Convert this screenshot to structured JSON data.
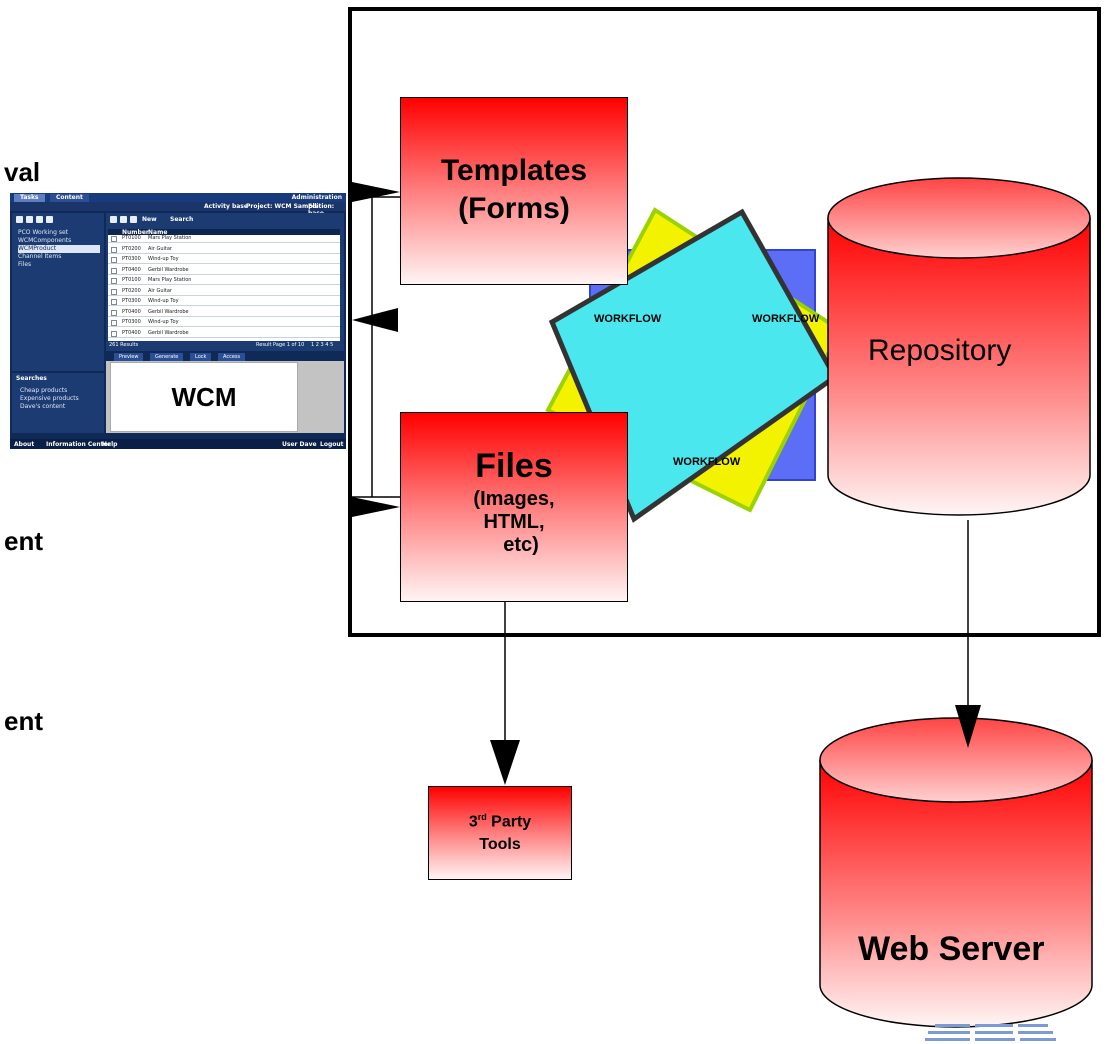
{
  "left_labels": {
    "val": "val",
    "ent1": "ent",
    "ent2": "ent"
  },
  "wcm": {
    "label": "WCM",
    "tab_tasks": "Tasks",
    "tab_content": "Content",
    "admin": "Administration",
    "activity_base": "Activity base",
    "project": "Project: WCM Sample",
    "edition": "Edition: base",
    "tree": [
      "PCO Working set",
      "WCMComponents",
      "WCMProduct",
      "Channel Items",
      "Files"
    ],
    "toolbar_new": "New",
    "toolbar_search": "Search",
    "col_number": "Number",
    "col_name": "Name",
    "rows": [
      {
        "num": "PT0100",
        "name": "Mars Play Station"
      },
      {
        "num": "PT0200",
        "name": "Air Guitar"
      },
      {
        "num": "PT0300",
        "name": "Wind-up Toy"
      },
      {
        "num": "PT0400",
        "name": "Gerbil Wardrobe"
      },
      {
        "num": "PT0100",
        "name": "Mars Play Station"
      },
      {
        "num": "PT0200",
        "name": "Air Guitar"
      },
      {
        "num": "PT0300",
        "name": "Wind-up Toy"
      },
      {
        "num": "PT0400",
        "name": "Gerbil Wardrobe"
      },
      {
        "num": "PT0300",
        "name": "Wind-up Toy"
      },
      {
        "num": "PT0400",
        "name": "Gerbil Wardrobe"
      }
    ],
    "results": "261 Results",
    "paging": "Result Page 1 of 10",
    "pages": "1 2 3 4 5",
    "bottom_tabs": [
      "Preview",
      "Generate",
      "Lock",
      "Access"
    ],
    "searches_title": "Searches",
    "searches": [
      "Cheap products",
      "Expensive products",
      "Dave's content"
    ],
    "status_about": "About",
    "status_info": "Information Center",
    "status_help": "Help",
    "status_user": "User Dave",
    "status_logout": "Logout"
  },
  "templates": {
    "line1": "Templates",
    "line2": "(Forms)"
  },
  "files": {
    "title": "Files",
    "line1": "(Images,",
    "line2": "HTML,",
    "line3": "etc)"
  },
  "workflow": {
    "label1": "WORKFLOW",
    "label2": "WORKFLOW",
    "label3": "WORKFLOW"
  },
  "repository": {
    "label": "Repository"
  },
  "third_party": {
    "sup": "rd",
    "line1a": "3",
    "line1b": " Party",
    "line2": "Tools"
  },
  "web_server": {
    "label": "Web Server"
  },
  "colors": {
    "red": "#ff0000",
    "cyan": "#4ae8ee",
    "yellow": "#f3f300",
    "blue": "#5b6ef5",
    "navy": "#0f2a57"
  }
}
